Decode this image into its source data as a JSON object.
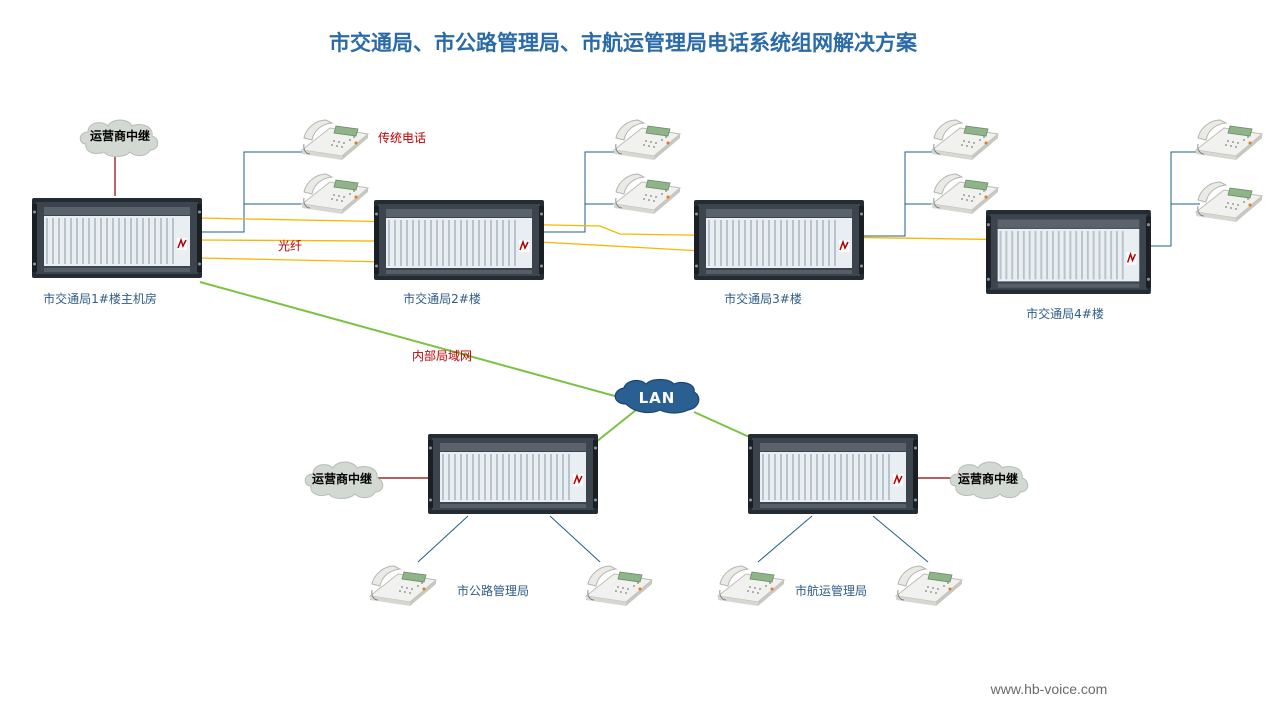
{
  "title": "市交通局、市公路管理局、市航运管理局电话系统组网解决方案",
  "labels": {
    "trunk_top": "运营商中继",
    "trunk_left": "运营商中继",
    "trunk_right": "运营商中继",
    "traditional_phone": "传统电话",
    "fiber": "光纤",
    "intranet": "内部局域网",
    "lan": "LAN",
    "building1": "市交通局1#楼主机房",
    "building2": "市交通局2#楼",
    "building3": "市交通局3#楼",
    "building4": "市交通局4#楼",
    "highway_bureau": "市公路管理局",
    "shipping_bureau": "市航运管理局"
  },
  "footer": {
    "website": "www.hb-voice.com"
  },
  "colors": {
    "title": "#2a6aa8",
    "label": "#2e5c85",
    "label_red": "#c00000",
    "fiber": "#f5b800",
    "lan_link": "#7cc242",
    "phone_link": "#1f5f8b",
    "trunk_link": "#8b0000",
    "cloud": "#d2d8d2",
    "lan_cloud": "#2a5f92"
  }
}
